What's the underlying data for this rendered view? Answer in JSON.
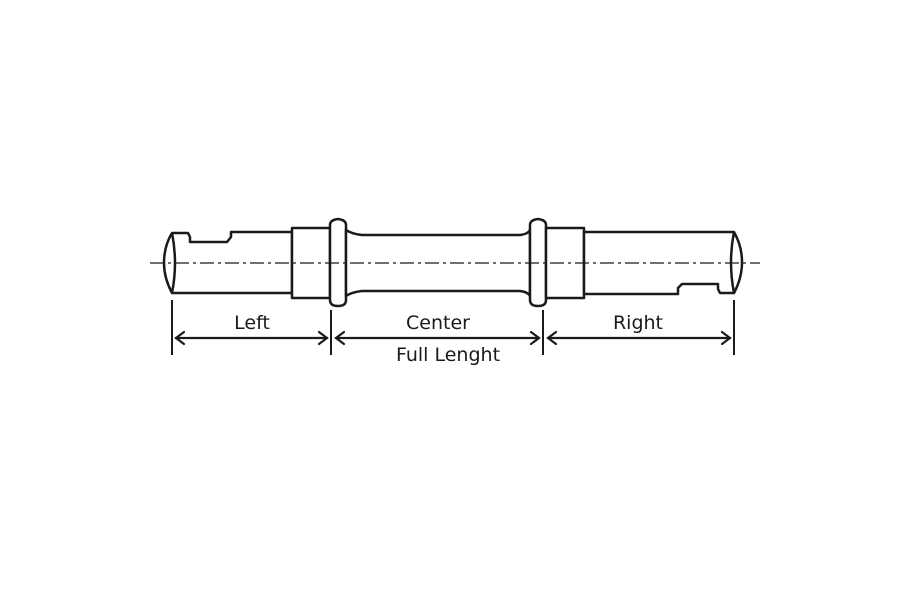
{
  "diagram": {
    "labels": {
      "left": "Left",
      "center": "Center",
      "right": "Right",
      "full_length": "Full Lenght"
    },
    "colors": {
      "stroke": "#1a1a1a",
      "background": "#ffffff"
    }
  }
}
